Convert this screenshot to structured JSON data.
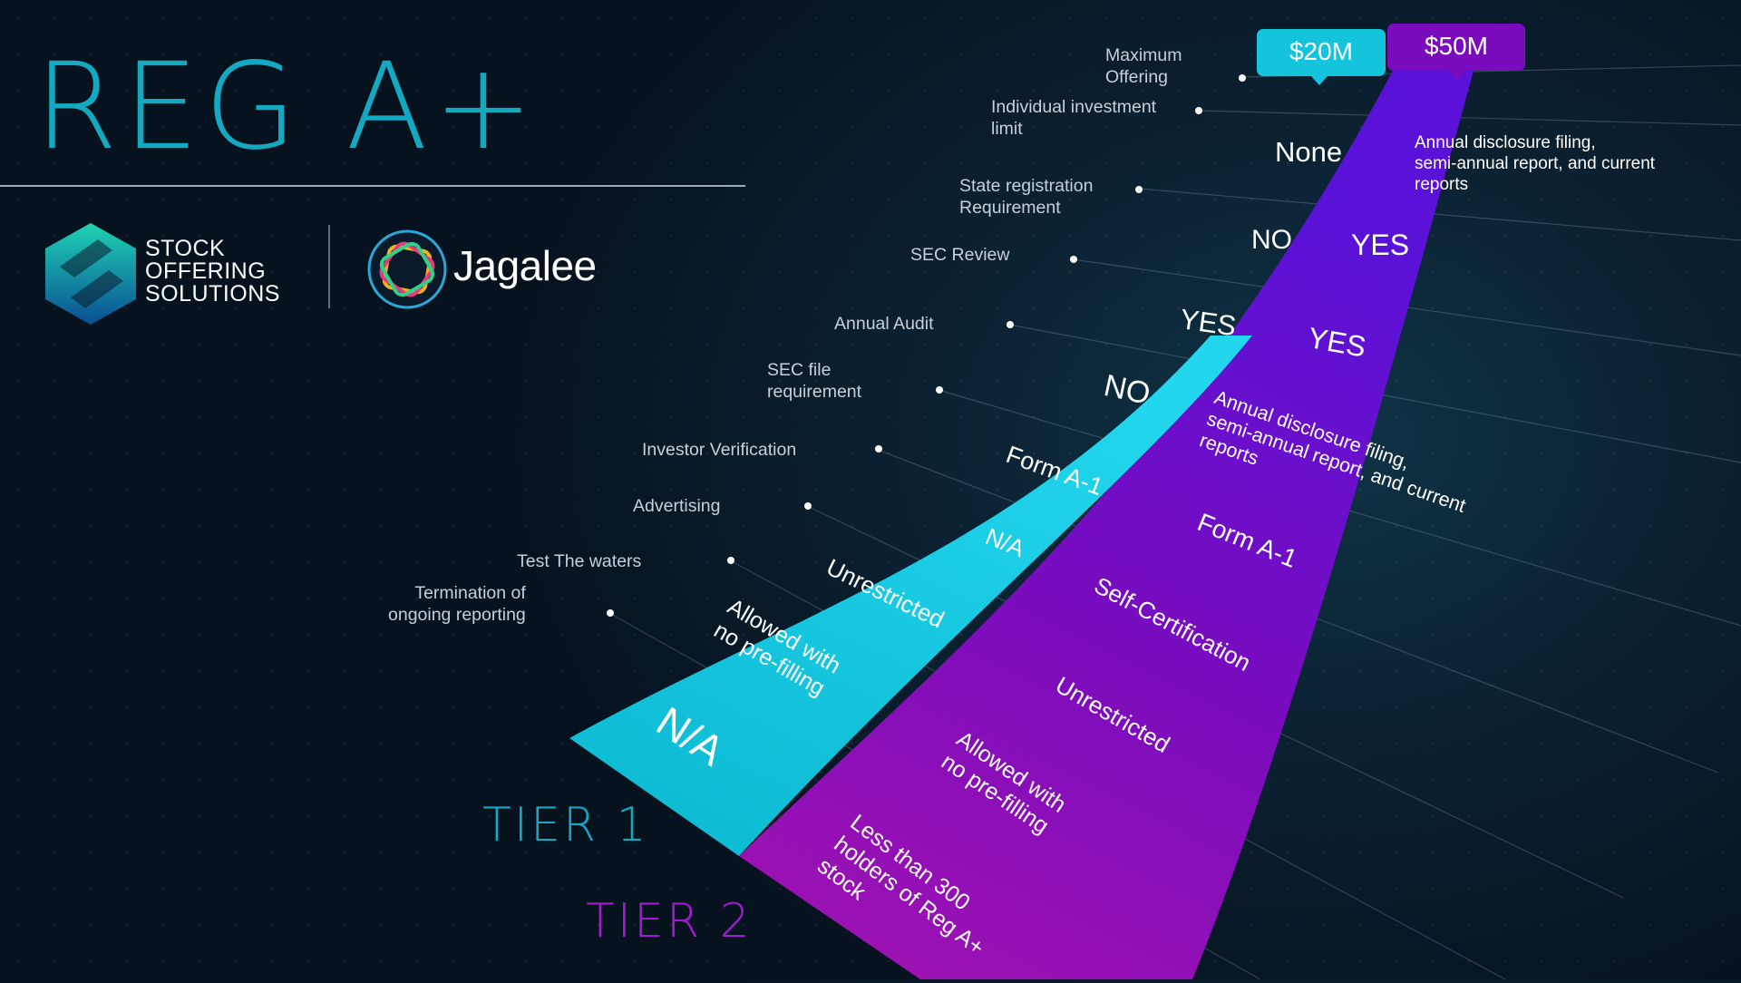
{
  "title": "REG A+",
  "logos": {
    "stock_offering": [
      "STOCK",
      "OFFERING",
      "SOLUTIONS"
    ],
    "jagalee": "Jagalee"
  },
  "colors": {
    "tier1": "#14c3dc",
    "tier2": "#6a0ec8",
    "title": "#14a9c0"
  },
  "badges": {
    "tier1_max": "$20M",
    "tier2_max": "$50M"
  },
  "rows": {
    "max_offering": "Maximum\nOffering",
    "invest_limit": "Individual investment\nlimit",
    "state_reg": "State registration\nRequirement",
    "sec_review": "SEC Review",
    "annual_audit": "Annual Audit",
    "sec_file": "SEC file\nrequirement",
    "investor_ver": "Investor Verification",
    "advertising": "Advertising",
    "test_waters": "Test The waters",
    "termination": "Termination of\nongoing reporting"
  },
  "tier1_values": {
    "state_reg": "NO",
    "annual_audit": "YES",
    "sec_file": "NO",
    "investor_ver": "Form A-1",
    "advertising": "N/A",
    "test_waters": "Unrestricted",
    "termination_allowed": "Allowed with\nno pre-filling",
    "termination": "N/A"
  },
  "tier2_values": {
    "invest_limit": "None",
    "disclosure_top": "Annual disclosure filing,\nsemi-annual report, and current\nreports",
    "state_reg": "YES",
    "annual_audit": "YES",
    "sec_file": "Annual disclosure filing,\nsemi-annual report, and current\nreports",
    "investor_ver": "Form A-1",
    "advertising": "Self-Certification",
    "test_waters": "Unrestricted",
    "termination_allowed": "Allowed with\nno pre-filling",
    "termination": "Less than 300\nholders of Reg A+\nstock"
  },
  "tiers": {
    "tier1": "TIER 1",
    "tier2": "TIER 2"
  }
}
